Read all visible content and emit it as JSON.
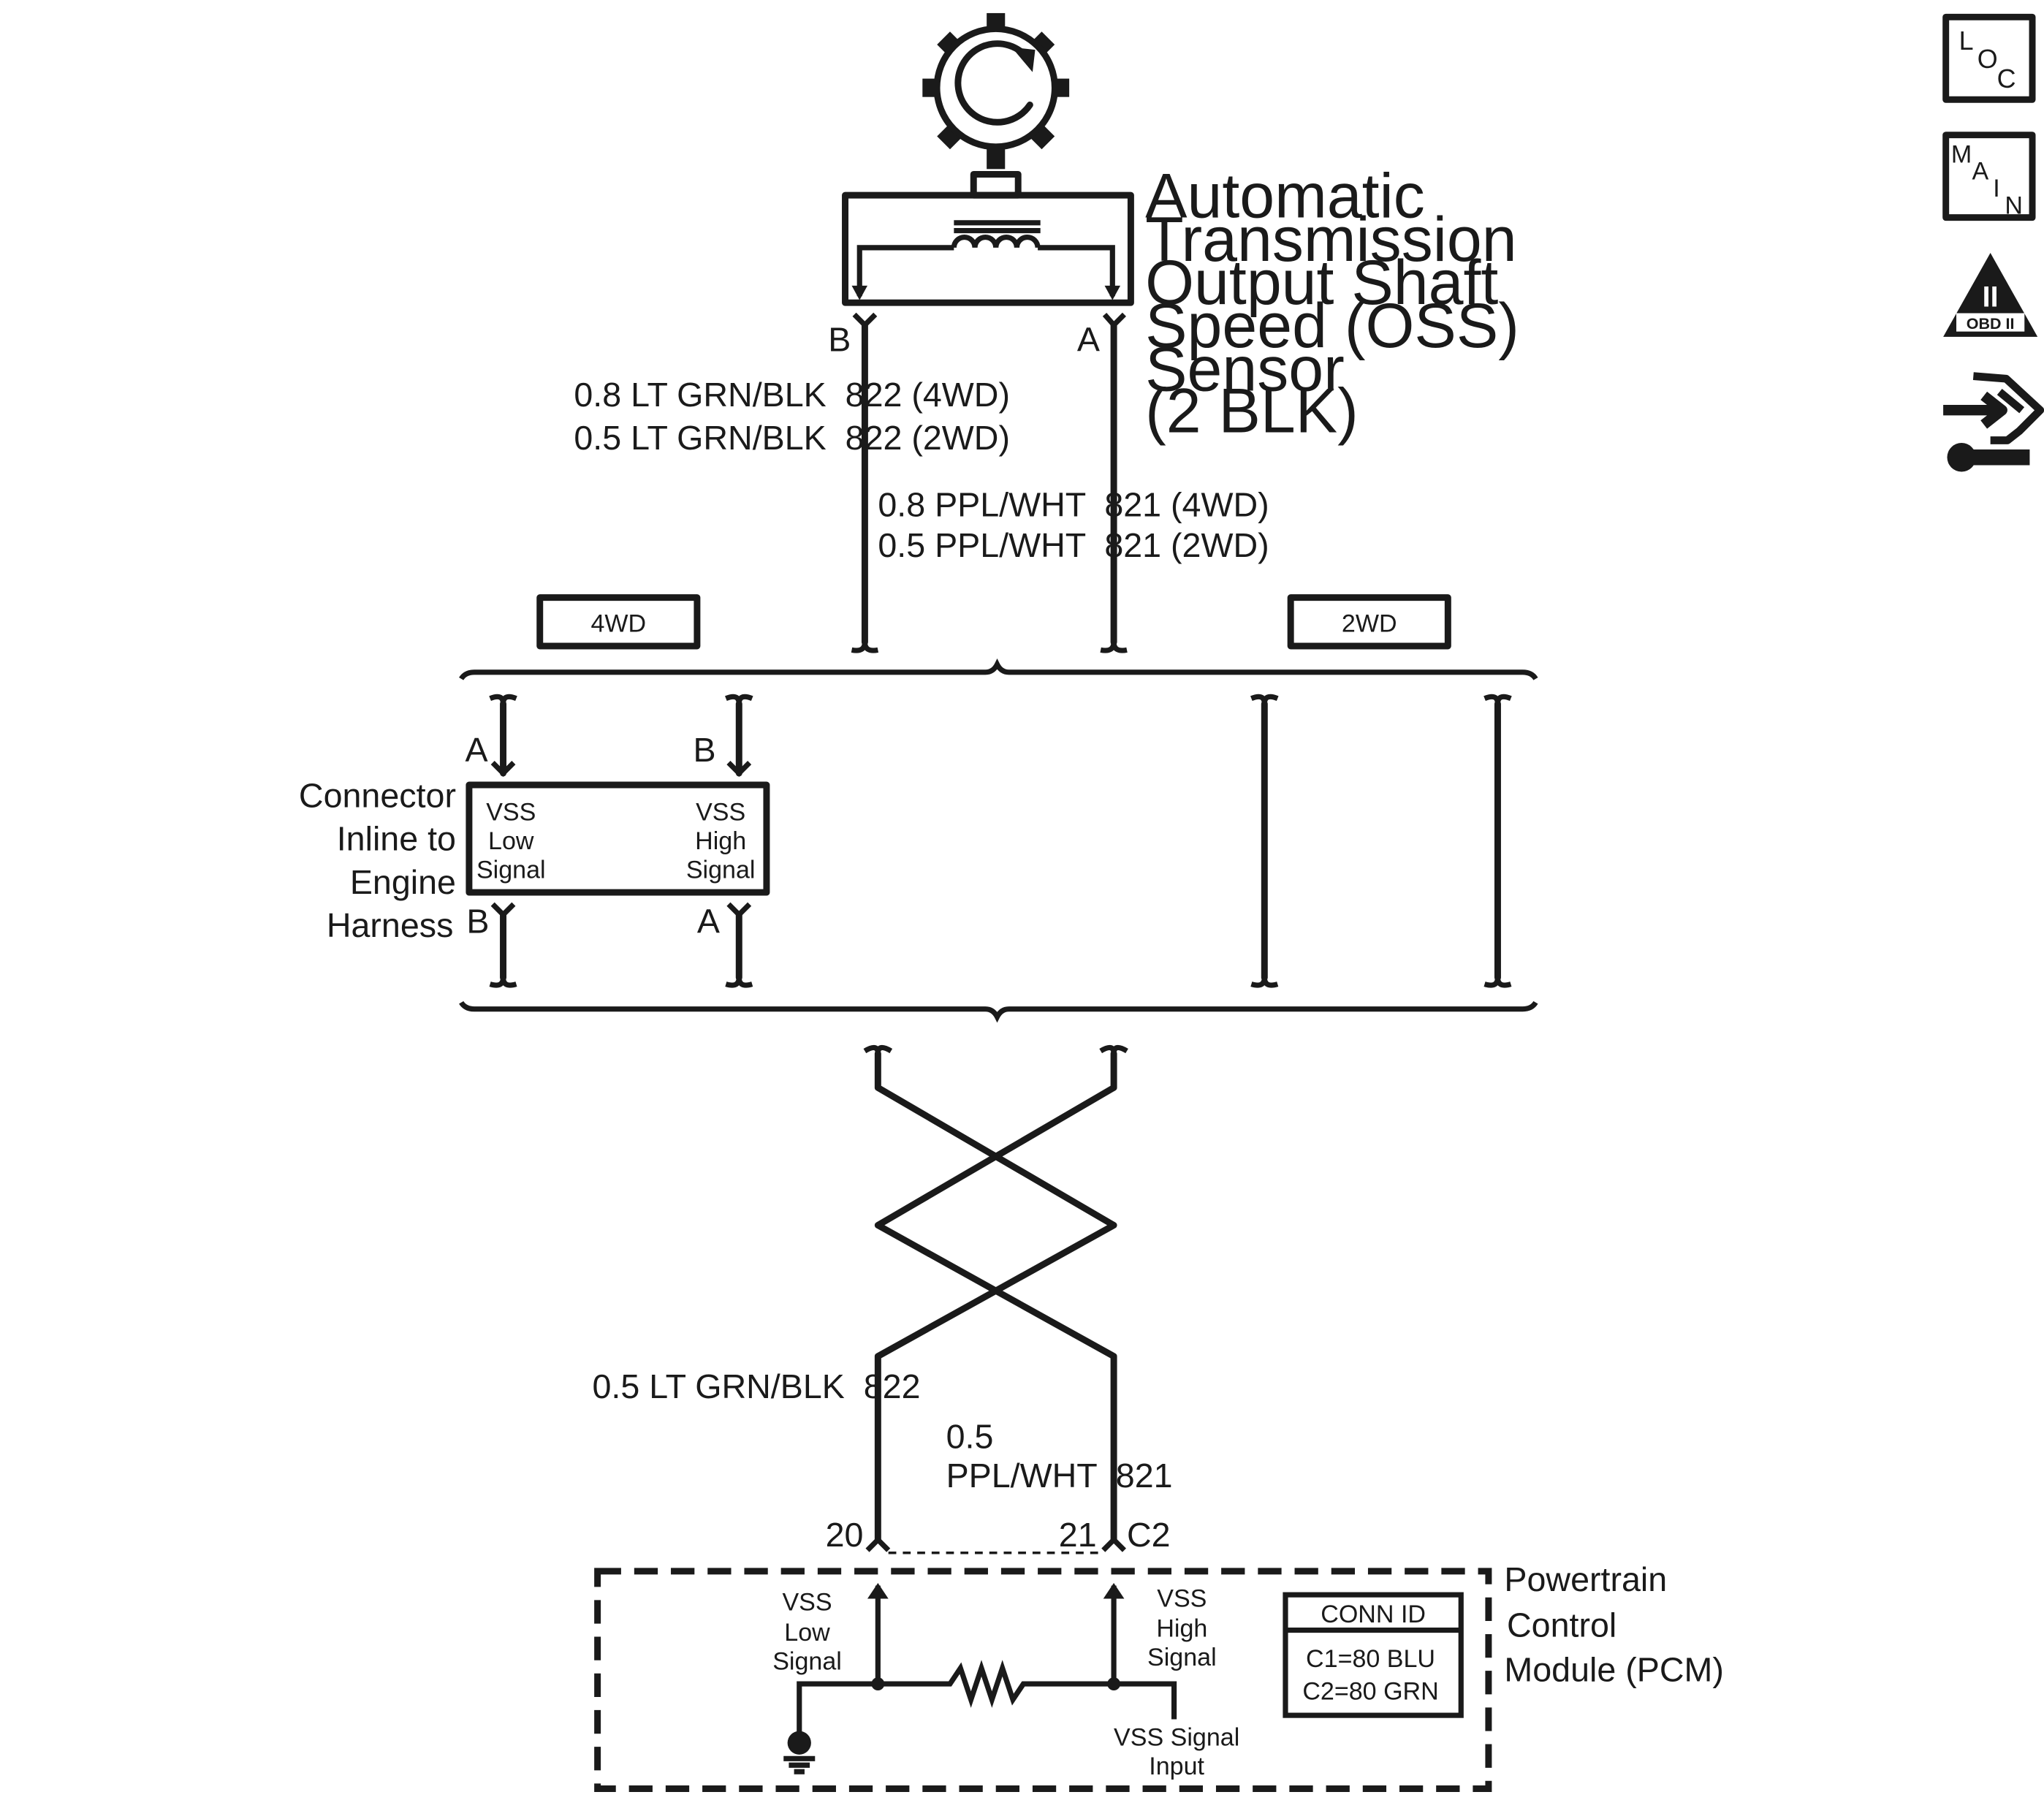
{
  "sensor": {
    "name_lines": [
      "Automatic",
      "Transmission",
      "Output Shaft",
      "Speed (OSS)",
      "Sensor",
      "(2 BLK)"
    ],
    "pin_b": "B",
    "pin_a": "A"
  },
  "wires_top": {
    "b_line1": "0.8 LT GRN/BLK  822 (4WD)",
    "b_line2": "0.5 LT GRN/BLK  822 (2WD)",
    "a_line1": "0.8 PPL/WHT  821 (4WD)",
    "a_line2": "0.5 PPL/WHT  821 (2WD)"
  },
  "options": {
    "left": "4WD",
    "right": "2WD"
  },
  "inline_connector": {
    "name_lines": [
      "Connector",
      "Inline to",
      "Engine",
      "Harness"
    ],
    "top_pin_left": "A",
    "top_pin_right": "B",
    "bottom_pin_left": "B",
    "bottom_pin_right": "A",
    "left_label": [
      "VSS",
      "Low",
      "Signal"
    ],
    "right_label": [
      "VSS",
      "High",
      "Signal"
    ]
  },
  "wires_bottom": {
    "left": "0.5 LT GRN/BLK  822",
    "right_line1": "0.5",
    "right_line2": "PPL/WHT  821"
  },
  "pcm": {
    "pin_left": "20",
    "pin_right": "21",
    "connector": "C2",
    "name_lines": [
      "Powertrain",
      "Control",
      "Module (PCM)"
    ],
    "low_label": [
      "VSS",
      "Low",
      "Signal"
    ],
    "high_label": [
      "VSS",
      "High",
      "Signal"
    ],
    "input_label": [
      "VSS Signal",
      "Input"
    ],
    "conn_id": {
      "title": "CONN ID",
      "rows": [
        "C1=80 BLU",
        "C2=80 GRN"
      ]
    }
  },
  "side_icons": {
    "loc": [
      "L",
      "O",
      "C"
    ],
    "main": [
      "M",
      "A",
      "I",
      "N"
    ],
    "obd_roman": "II",
    "obd_text": "OBD II"
  }
}
